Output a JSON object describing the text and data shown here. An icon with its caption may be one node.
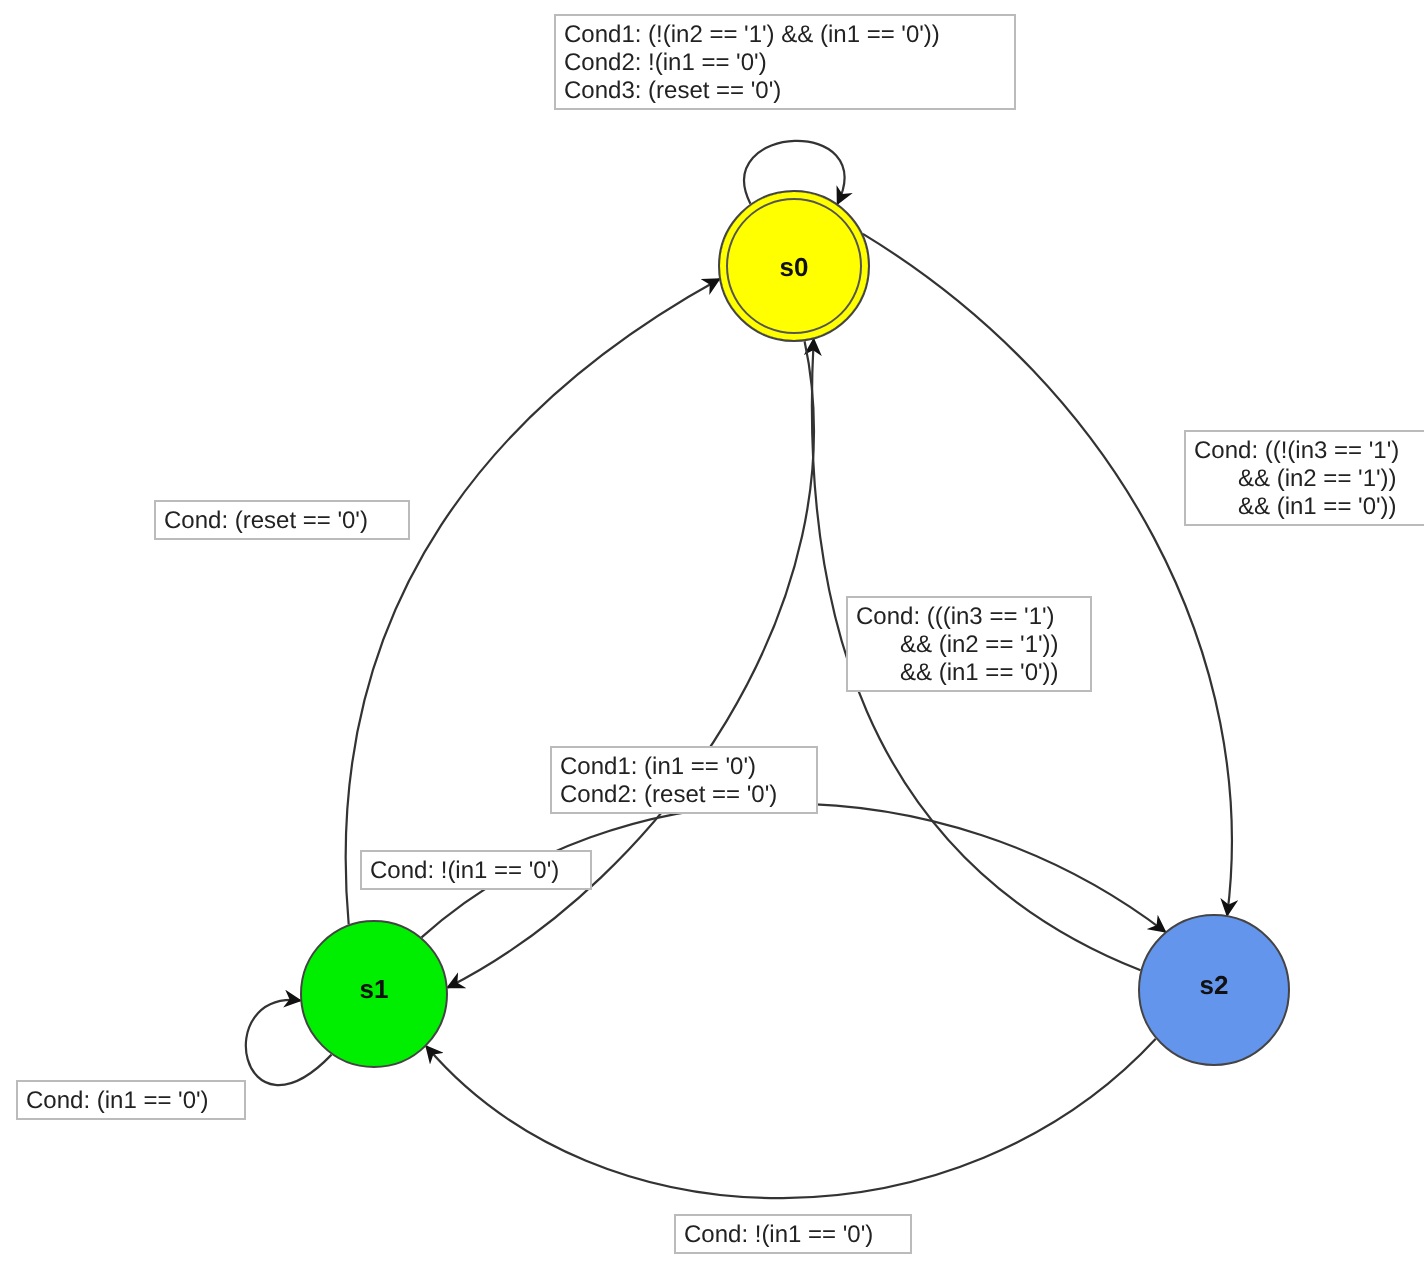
{
  "diagram": {
    "nodes": [
      {
        "text": [
          "s0"
        ]
      },
      {
        "text": [
          "s1"
        ]
      },
      {
        "text": [
          "s2"
        ]
      }
    ],
    "edges": [
      {
        "from": 0,
        "to": 0,
        "arrow": "to",
        "label": "Cond1: (!(in2 == '1') && (in1 == '0')) Cond2: !(in1 == '0') Cond3: (reset == '0')"
      },
      {
        "from": 0,
        "to": 2,
        "arrow": "to",
        "label": "Cond: ((!(in3 == '1') && (in2 == '1')) && (in1 == '0'))"
      },
      {
        "from": 2,
        "to": 0,
        "arrow": "to",
        "label": "Cond: (((in3 == '1') && (in2 == '1')) && (in1 == '0'))"
      },
      {
        "from": 1,
        "to": 0,
        "arrow": "to",
        "label": "Cond: (reset == '0')"
      },
      {
        "from": 0,
        "to": 1,
        "arrow": "to",
        "label": "Cond1: (in1 == '0') Cond2: (reset == '0')"
      },
      {
        "from": 1,
        "to": 2,
        "arrow": "to",
        "label": "Cond: !(in1 == '0')"
      },
      {
        "from": 1,
        "to": 1,
        "arrow": "to",
        "label": "Cond: (in1 == '0')"
      },
      {
        "from": 2,
        "to": 1,
        "arrow": "to",
        "label": "Cond: !(in1 == '0')"
      }
    ]
  }
}
